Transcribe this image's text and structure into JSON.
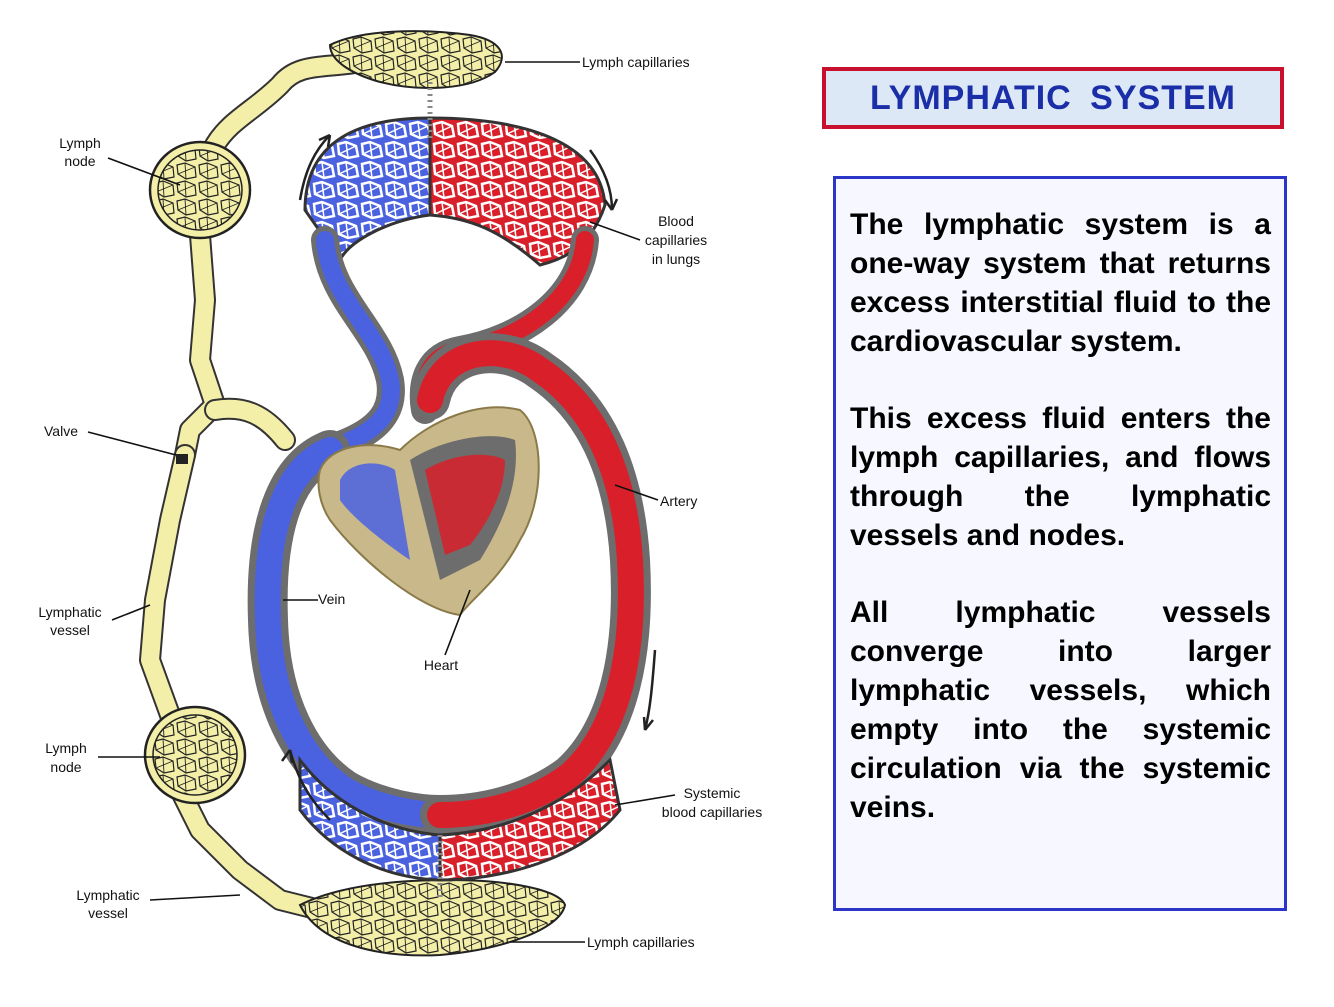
{
  "title": "LYMPHATIC  SYSTEM",
  "paragraphs": [
    "The lymphatic system is a one-way system that returns excess interstitial fluid to the cardiovascular system.",
    "This excess fluid enters the lymph capillaries, and flows through the lymphatic vessels and nodes.",
    "All lymphatic vessels converge into larger lymphatic vessels, which empty into the systemic circulation via the systemic veins."
  ],
  "diagram": {
    "labels": {
      "lymph_capillaries_top": "Lymph capillaries",
      "lymph_node_upper": [
        "Lymph",
        "node"
      ],
      "blood_capillaries_lungs": [
        "Blood",
        "capillaries",
        "in lungs"
      ],
      "valve": "Valve",
      "artery": "Artery",
      "vein": "Vein",
      "lymphatic_vessel_mid": [
        "Lymphatic",
        "vessel"
      ],
      "heart": "Heart",
      "lymph_node_lower": [
        "Lymph",
        "node"
      ],
      "systemic_blood_capillaries": [
        "Systemic",
        "blood capillaries"
      ],
      "lymphatic_vessel_lower": [
        "Lymphatic",
        "vessel"
      ],
      "lymph_capillaries_bottom": "Lymph capillaries"
    }
  },
  "colors": {
    "lymph": "#f3efa8",
    "vein_blood": "#4a62e0",
    "artery_blood": "#d9202a",
    "vessel_wall": "#6d6d6d",
    "heart_tissue": "#c9b98a",
    "title_border": "#c8102e",
    "title_text": "#1a2ea8",
    "text_border": "#2b35c8"
  }
}
